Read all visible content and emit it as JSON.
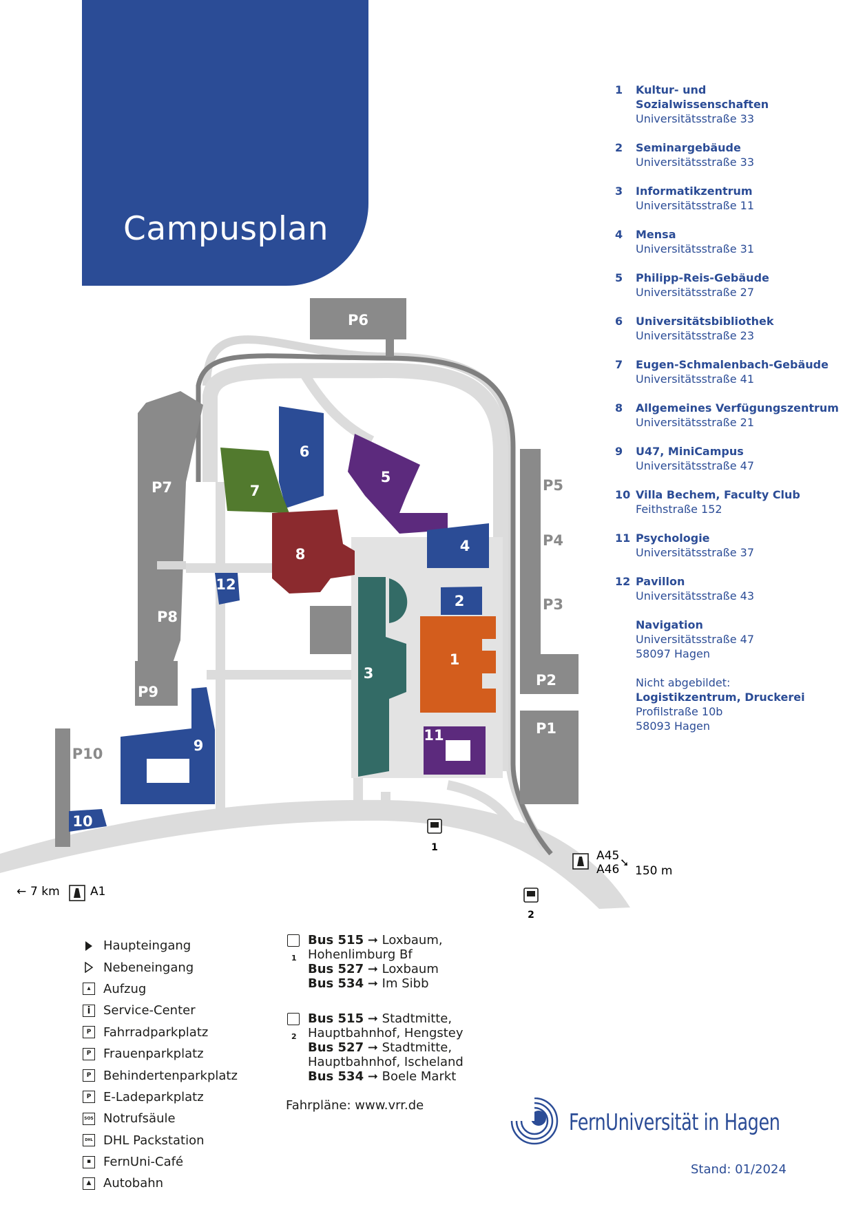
{
  "title": "Campusplan",
  "buildings": [
    {
      "num": "1",
      "name": "Kultur- und Sozialwissenschaften",
      "address": "Universitätsstraße 33"
    },
    {
      "num": "2",
      "name": "Seminargebäude",
      "address": "Universitätsstraße 33"
    },
    {
      "num": "3",
      "name": "Informatikzentrum",
      "address": "Universitätsstraße 11"
    },
    {
      "num": "4",
      "name": "Mensa",
      "address": "Universitätsstraße 31"
    },
    {
      "num": "5",
      "name": "Philipp-Reis-Gebäude",
      "address": "Universitätsstraße 27"
    },
    {
      "num": "6",
      "name": "Universitätsbibliothek",
      "address": "Universitätsstraße 23"
    },
    {
      "num": "7",
      "name": "Eugen-Schmalenbach-Gebäude",
      "address": "Universitätsstraße 41"
    },
    {
      "num": "8",
      "name": "Allgemeines Verfügungszentrum",
      "address": "Universitätsstraße 21"
    },
    {
      "num": "9",
      "name": "U47, MiniCampus",
      "address": "Universitätsstraße 47"
    },
    {
      "num": "10",
      "name": "Villa Bechem, Faculty Club",
      "address": "Feithstraße 152"
    },
    {
      "num": "11",
      "name": "Psychologie",
      "address": "Universitätsstraße 37"
    },
    {
      "num": "12",
      "name": "Pavillon",
      "address": "Universitätsstraße 43"
    }
  ],
  "navigation": {
    "name": "Navigation",
    "address": "Universitätsstraße 47",
    "city": "58097 Hagen"
  },
  "logistics": {
    "note": "Nicht abgebildet:",
    "name": "Logistikzentrum, Druckerei",
    "address": "Profilstraße 10b",
    "city": "58093 Hagen"
  },
  "map": {
    "parking": [
      "P1",
      "P2",
      "P3",
      "P4",
      "P5",
      "P6",
      "P7",
      "P8",
      "P9",
      "P10"
    ],
    "building_labels": [
      "1",
      "2",
      "3",
      "4",
      "5",
      "6",
      "7",
      "8",
      "9",
      "10",
      "11",
      "12"
    ],
    "bus_stops": [
      "1",
      "2"
    ],
    "highway_east": {
      "a1": "A45",
      "a2": "A46",
      "distance": "150 m"
    },
    "highway_west": {
      "distance": "7 km",
      "road": "A1"
    },
    "colors": {
      "blue": "#2b4c96",
      "orange": "#d35d1d",
      "teal": "#336b66",
      "purple": "#5c2a7d",
      "red": "#8b2a2e",
      "green": "#527a2e",
      "gray": "#8a8a8a",
      "road": "#d8d8d8"
    }
  },
  "legend": [
    {
      "icon": "main-entrance-icon",
      "label": "Haupteingang"
    },
    {
      "icon": "side-entrance-icon",
      "label": "Nebeneingang"
    },
    {
      "icon": "elevator-icon",
      "label": "Aufzug"
    },
    {
      "icon": "info-icon",
      "label": "Service-Center"
    },
    {
      "icon": "bicycle-parking-icon",
      "label": "Fahrradparkplatz"
    },
    {
      "icon": "women-parking-icon",
      "label": "Frauenparkplatz"
    },
    {
      "icon": "disabled-parking-icon",
      "label": "Behindertenparkplatz"
    },
    {
      "icon": "ev-charging-icon",
      "label": "E-Ladeparkplatz"
    },
    {
      "icon": "sos-phone-icon",
      "label": "Notrufsäule"
    },
    {
      "icon": "dhl-icon",
      "label": "DHL Packstation"
    },
    {
      "icon": "cafe-icon",
      "label": "FernUni-Café"
    },
    {
      "icon": "highway-icon",
      "label": "Autobahn"
    }
  ],
  "bus": {
    "stop1": {
      "num": "1",
      "lines": [
        {
          "line": "Bus 515",
          "dest": "Loxbaum,"
        },
        {
          "line": "",
          "dest": "Hohenlimburg Bf"
        },
        {
          "line": "Bus 527",
          "dest": "Loxbaum"
        },
        {
          "line": "Bus 534",
          "dest": "Im Sibb"
        }
      ]
    },
    "stop2": {
      "num": "2",
      "lines": [
        {
          "line": "Bus 515",
          "dest": "Stadtmitte,"
        },
        {
          "line": "",
          "dest": "Hauptbahnhof, Hengstey"
        },
        {
          "line": "Bus 527",
          "dest": "Stadtmitte,"
        },
        {
          "line": "",
          "dest": "Hauptbahnhof, Ischeland"
        },
        {
          "line": "Bus 534",
          "dest": "Boele Markt"
        }
      ]
    },
    "arrow": "➞"
  },
  "schedule": "Fahrpläne: www.vrr.de",
  "logo_text": "FernUniversität in Hagen",
  "stand": "Stand: 01/2024"
}
